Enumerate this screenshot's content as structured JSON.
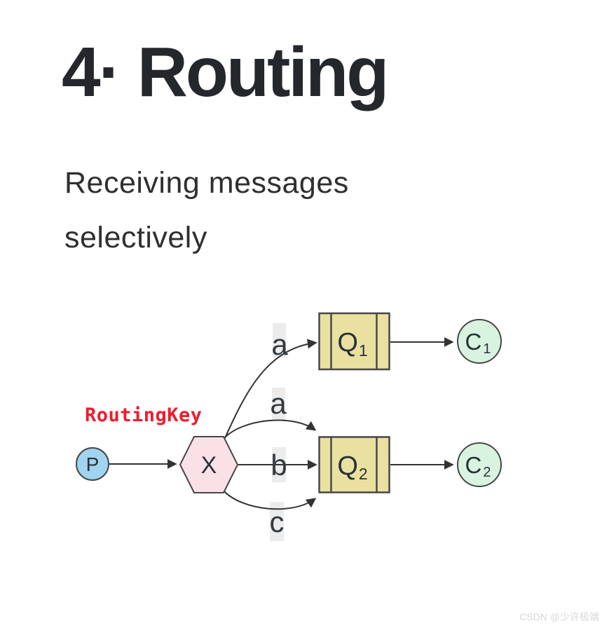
{
  "header": {
    "title": "4· Routing",
    "subtitle_line1": "Receiving messages",
    "subtitle_line2": "selectively"
  },
  "diagram": {
    "routing_key_label": "RoutingKey",
    "nodes": {
      "producer": {
        "label": "P"
      },
      "exchange": {
        "label": "X"
      },
      "queue1": {
        "label": "Q",
        "sub": "1"
      },
      "queue2": {
        "label": "Q",
        "sub": "2"
      },
      "consumer1": {
        "label": "C",
        "sub": "1"
      },
      "consumer2": {
        "label": "C",
        "sub": "2"
      }
    },
    "edge_labels": {
      "to_q1": "a",
      "to_q2_a": "a",
      "to_q2_b": "b",
      "to_q2_c": "c"
    }
  },
  "watermark": {
    "text": "CSDN @少许极端"
  },
  "colors": {
    "page_bg": "#ffffff",
    "heading_color": "#24272b",
    "subtitle_color": "#2f2f2f",
    "routing_key_color": "#ee1c2e",
    "line_color": "#333333",
    "node_stroke": "#474747",
    "node_text": "#2b3138",
    "producer_fill": "#a0d4f0",
    "exchange_fill": "#f9e1e7",
    "queue_fill": "#eae1a1",
    "consumer_fill": "#d8f4e1",
    "label_bg": "#ececec",
    "label_text": "#343a40",
    "watermark_color": "#d8d8d8"
  }
}
